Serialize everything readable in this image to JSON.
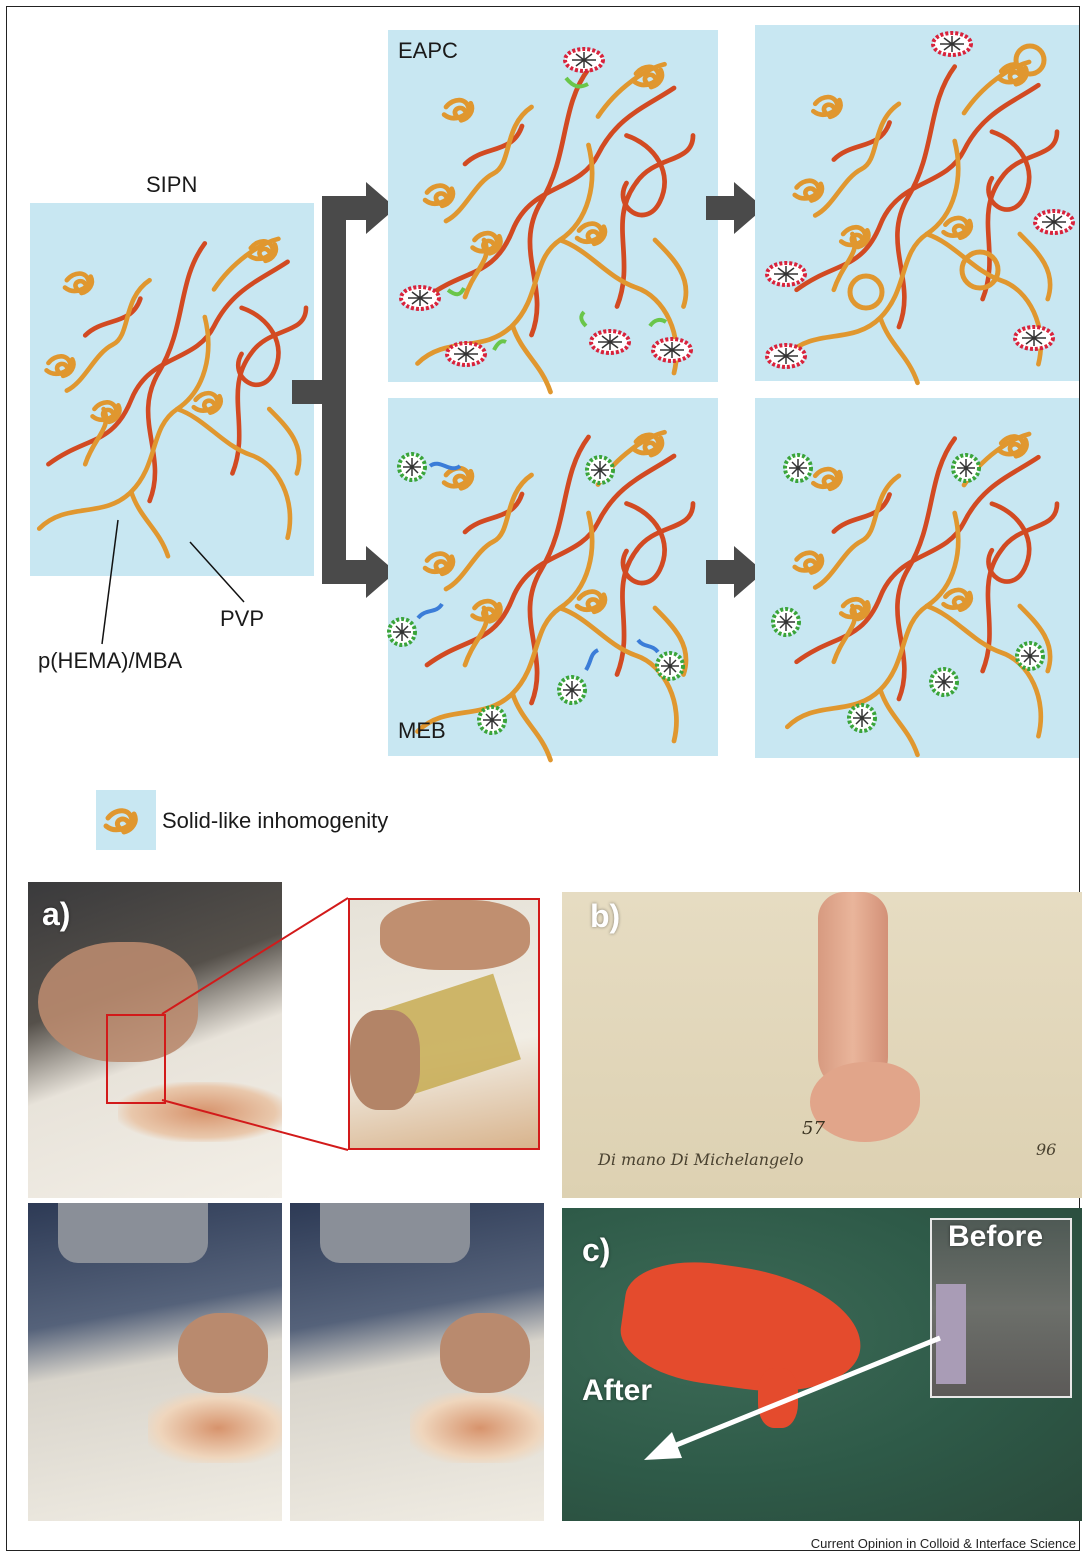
{
  "diagram": {
    "sipn_label": "SIPN",
    "eapc_label": "EAPC",
    "meb_label": "MEB",
    "phema_label": "p(HEMA)/MBA",
    "pvp_label": "PVP",
    "legend_text": "Solid-like inhomogenity",
    "colors": {
      "panel_bg": "#c8e7f2",
      "pvp_chain": "#d24a22",
      "phema_chain": "#e0972f",
      "arrow": "#4a4a4a",
      "green_arrow": "#6ac64a",
      "blue_arrow": "#3b7dd8",
      "micelle_red": "#d8233c",
      "micelle_green": "#3aa43a"
    }
  },
  "photos": {
    "a_label": "a)",
    "b_label": "b)",
    "c_label": "c)",
    "before_label": "Before",
    "after_label": "After",
    "inscription": "Di mano Di Michelangelo",
    "inscription_page": "57",
    "inscription_right": "96"
  },
  "footer": "Current Opinion in Colloid & Interface Science"
}
